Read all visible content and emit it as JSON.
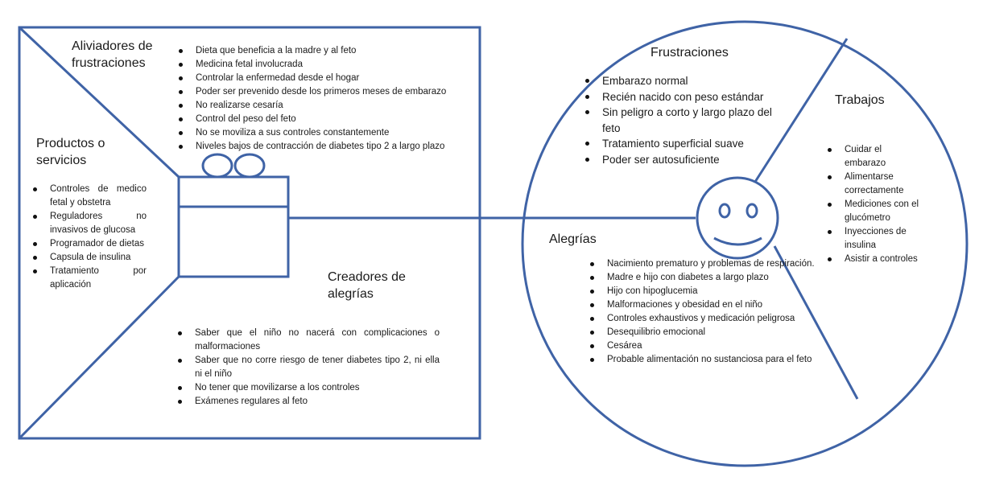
{
  "colors": {
    "stroke": "#3f63a6",
    "text": "#1a1a1a",
    "background": "#ffffff"
  },
  "value_map": {
    "pain_relievers": {
      "title": "Aliviadores de frustraciones",
      "items": [
        "Dieta que beneficia a la madre y al feto",
        "Medicina fetal involucrada",
        "Controlar la enfermedad desde el hogar",
        "Poder ser prevenido desde los primeros meses de embarazo",
        "No realizarse cesaría",
        "Control del peso del feto",
        "No se moviliza a sus controles constantemente",
        "Niveles bajos de contracción de diabetes tipo 2 a largo plazo"
      ]
    },
    "products": {
      "title": "Productos o servicios",
      "items": [
        "Controles de medico fetal y obstetra",
        "Reguladores no invasivos de glucosa",
        "Programador de dietas",
        "Capsula de insulina",
        "Tratamiento por aplicación"
      ]
    },
    "gain_creators": {
      "title": "Creadores de alegrías",
      "items": [
        "Saber que el niño no nacerá con complicaciones o malformaciones",
        "Saber que no corre riesgo de tener diabetes tipo 2, ni ella ni el niño",
        "No tener que movilizarse a los controles",
        "Exámenes regulares al feto"
      ]
    }
  },
  "customer_profile": {
    "pains": {
      "title": "Frustraciones",
      "items": [
        "Embarazo normal",
        "Recién nacido con peso estándar",
        "Sin peligro a corto y largo plazo del feto",
        "Tratamiento superficial suave",
        "Poder ser autosuficiente"
      ]
    },
    "jobs": {
      "title": "Trabajos",
      "items": [
        "Cuidar el embarazo",
        "Alimentarse correctamente",
        "Mediciones con el glucómetro",
        "Inyecciones de insulina",
        "Asistir a controles"
      ]
    },
    "gains": {
      "title": "Alegrías",
      "items": [
        "Nacimiento prematuro y problemas de respiración.",
        "Madre e hijo con diabetes a largo plazo",
        "Hijo con hipoglucemia",
        "Malformaciones y obesidad en el niño",
        "Controles exhaustivos y medicación peligrosa",
        "Desequilibrio emocional",
        "Cesárea",
        "Probable alimentación no sustanciosa para el feto"
      ]
    }
  }
}
